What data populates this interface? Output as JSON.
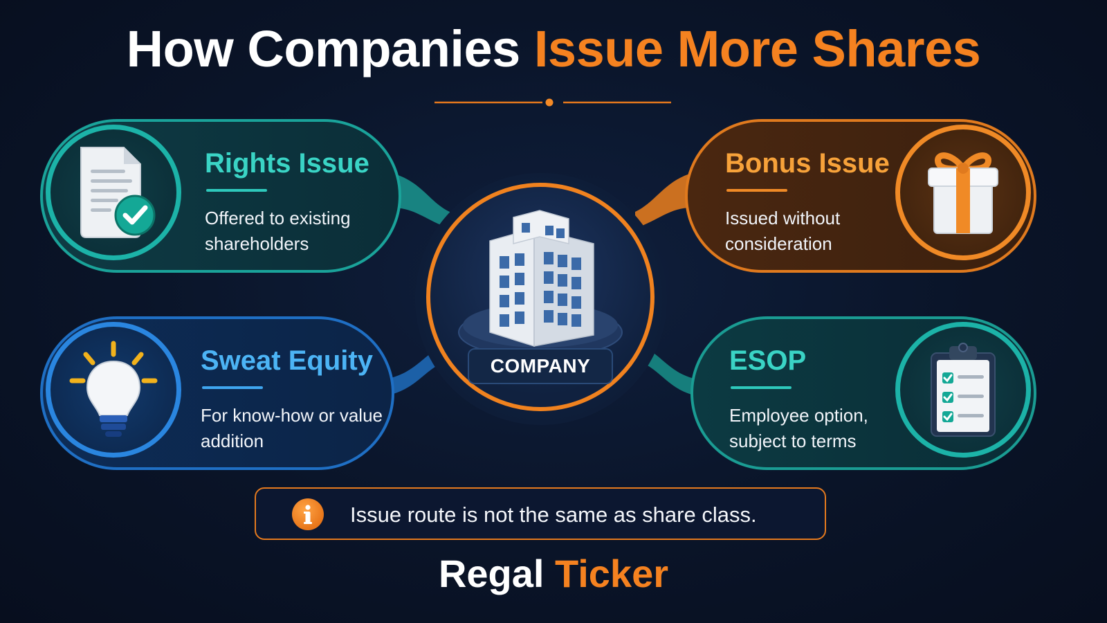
{
  "title": {
    "part1": "How Companies",
    "part2": "Issue More Shares"
  },
  "center": {
    "label": "COMPANY",
    "icon": "office-building-icon"
  },
  "cards": {
    "rights": {
      "title": "Rights Issue",
      "desc": "Offered to existing shareholders",
      "icon": "document-check-icon",
      "color": "#1cb3a8"
    },
    "bonus": {
      "title": "Bonus Issue",
      "desc": "Issued without consideration",
      "icon": "gift-box-icon",
      "color": "#f08a26"
    },
    "sweat": {
      "title": "Sweat Equity",
      "desc": "For know-how or value addition",
      "icon": "lightbulb-icon",
      "color": "#2a86e0"
    },
    "esop": {
      "title": "ESOP",
      "desc": "Employee option, subject to terms",
      "icon": "clipboard-checklist-icon",
      "color": "#1cb3a8"
    }
  },
  "note": {
    "text": "Issue route is not the same as share class.",
    "icon": "info-icon",
    "color": "#e57a1e"
  },
  "brand": {
    "part1": "Regal",
    "part2": "Ticker"
  },
  "colors": {
    "accent": "#f58220",
    "background": "#0a1428"
  }
}
